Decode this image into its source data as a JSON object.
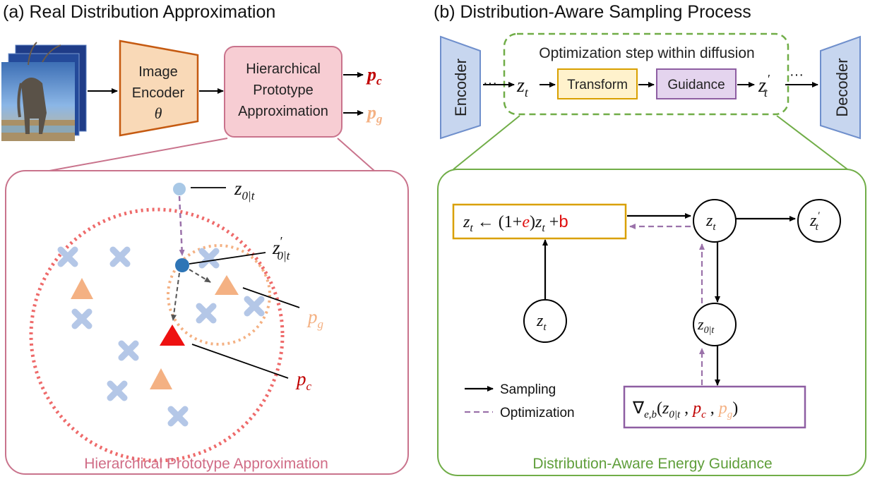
{
  "panel_a": {
    "title": "(a) Real Distribution Approximation",
    "encoder": {
      "line1": "Image",
      "line2": "Encoder",
      "line3": "θ"
    },
    "hpa": {
      "line1": "Hierarchical",
      "line2": "Prototype",
      "line3": "Approximation"
    },
    "out_pc": {
      "base": "p",
      "sub": "c"
    },
    "out_pg": {
      "base": "p",
      "sub": "g"
    },
    "detail": {
      "z_top": {
        "base": "z",
        "sub": "0|t"
      },
      "z_prime": {
        "base": "z",
        "prime": "′",
        "sub": "0|t"
      },
      "pg_label": {
        "base": "p",
        "sub": "g"
      },
      "pc_label": {
        "base": "p",
        "sub": "c"
      },
      "caption": "Hierarchical Prototype Approximation"
    }
  },
  "panel_b": {
    "title": "(b) Distribution-Aware Sampling Process",
    "encoder": "Encoder",
    "decoder": "Decoder",
    "opt_caption": "Optimization step within diffusion",
    "zt": {
      "base": "z",
      "sub": "t"
    },
    "ztp": {
      "base": "z",
      "prime": "′",
      "sub": "t"
    },
    "dots": "···",
    "transform": "Transform",
    "guidance": "Guidance",
    "detail": {
      "eq": {
        "z": "z",
        "sub": "t",
        "arrow": " ← (1+",
        "e": "e",
        "mid": ")",
        "z2": "z",
        "sub2": "t",
        "plus": " +",
        "b": "b"
      },
      "node_zt": {
        "base": "z",
        "sub": "t"
      },
      "node_ztp": {
        "base": "z",
        "prime": "′",
        "sub": "t"
      },
      "node_zt_bottom": {
        "base": "z",
        "sub": "t"
      },
      "node_z0": {
        "base": "z",
        "sub": "0|t"
      },
      "grad": {
        "nabla": "∇",
        "sub": "e,b",
        "open": "(",
        "z": "z",
        "zsub": "0|t",
        "comma1": " , ",
        "pc": "p",
        "pcsub": "c",
        "comma2": " , ",
        "pg": "p",
        "pgsub": "g",
        "close": ")"
      },
      "legend_sampling": "Sampling",
      "legend_optimization": "Optimization",
      "caption": "Distribution-Aware Energy Guidance"
    }
  },
  "colors": {
    "encoder_orange_fill": "#f9d9b7",
    "encoder_orange_stroke": "#c55a11",
    "pink_fill": "#f7cdd3",
    "pink_stroke": "#c9738c",
    "red": "#e01010",
    "peach": "#f4b183",
    "blue_cross": "#b4c7e7",
    "dark_blue": "#2e75b6",
    "light_blue": "#9dc3e6",
    "purple": "#9b72aa",
    "green": "#70ad47",
    "yellow_fill": "#fff2cc",
    "yellow_stroke": "#d9a000",
    "lavender_fill": "#e4d4ee",
    "lavender_stroke": "#8e5ea2",
    "box_blue_fill": "#c7d6ef",
    "box_blue_stroke": "#6f8fcc"
  }
}
